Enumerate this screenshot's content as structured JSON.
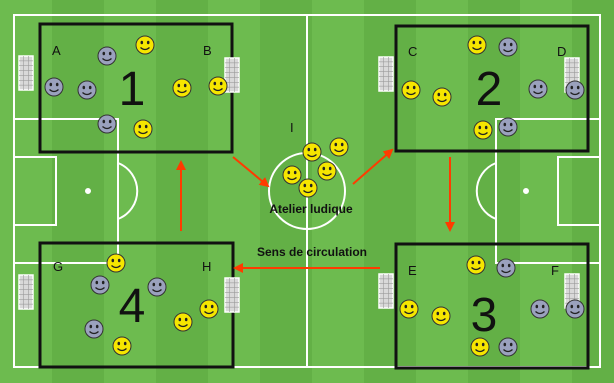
{
  "colors": {
    "field": "#6dbb4f",
    "field_stripe": "#63b046",
    "line": "#ffffff",
    "zone_border": "#111111",
    "arrow": "#ff3b00",
    "smiley_yellow": "#f6e600",
    "smiley_gray": "#9aa1bd",
    "goal_net": "#d9d9d9"
  },
  "zones": [
    {
      "number": "1",
      "corner_labels": [
        "A",
        "B"
      ]
    },
    {
      "number": "2",
      "corner_labels": [
        "C",
        "D"
      ]
    },
    {
      "number": "3",
      "corner_labels": [
        "E",
        "F"
      ]
    },
    {
      "number": "4",
      "corner_labels": [
        "G",
        "H"
      ]
    }
  ],
  "center": {
    "label": "I",
    "caption": "Atelier ludique"
  },
  "circulation_label": "Sens de circulation",
  "icons": {
    "player_team_a": "yellow-smiley-icon",
    "player_team_b": "gray-smiley-icon",
    "goal": "goal-net-icon",
    "direction": "arrow-icon"
  }
}
